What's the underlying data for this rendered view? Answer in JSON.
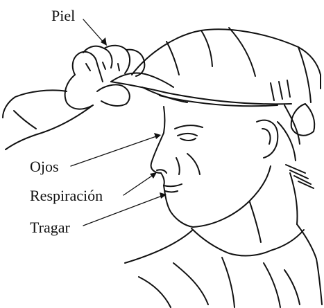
{
  "labels": {
    "piel": "Piel",
    "ojos": "Ojos",
    "respiracion": "Respiración",
    "tragar": "Tragar"
  },
  "colors": {
    "ink": "#111111",
    "background": "#ffffff"
  }
}
